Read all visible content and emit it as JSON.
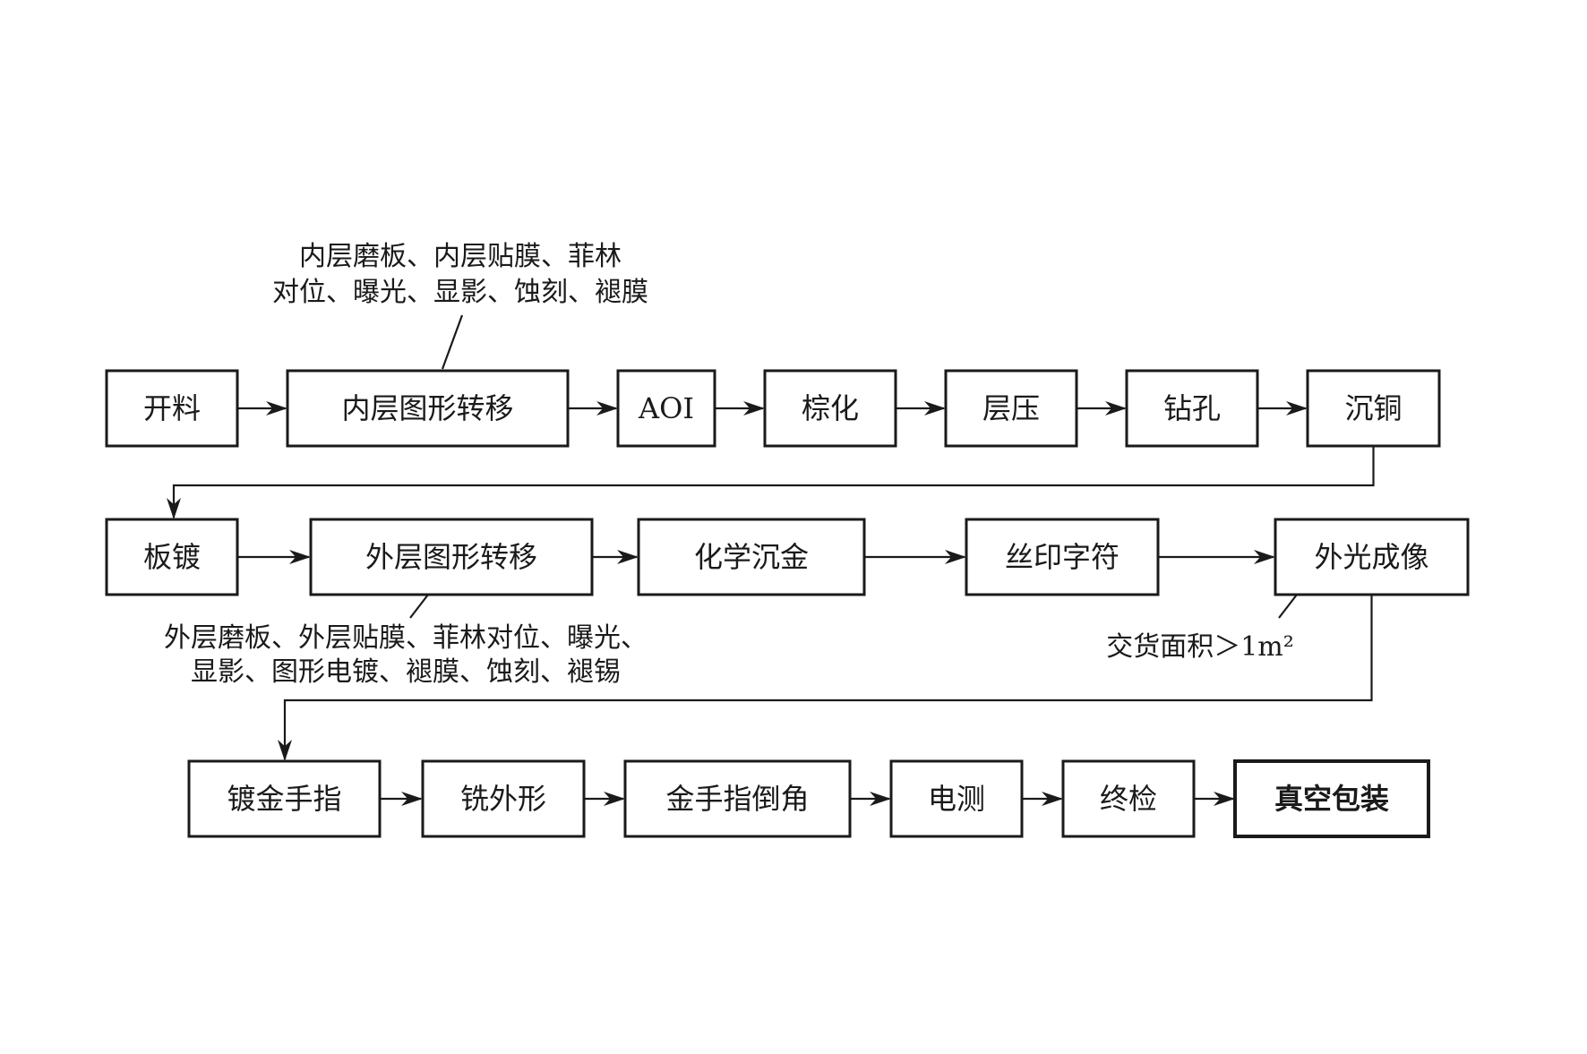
{
  "rows": [
    [
      {
        "id": "kailiao",
        "label": "开料"
      },
      {
        "id": "inner-pattern",
        "label": "内层图形转移"
      },
      {
        "id": "aoi",
        "label": "AOI"
      },
      {
        "id": "zonghua",
        "label": "棕化"
      },
      {
        "id": "cengya",
        "label": "层压"
      },
      {
        "id": "zuankong",
        "label": "钻孔"
      },
      {
        "id": "chentong",
        "label": "沉铜"
      }
    ],
    [
      {
        "id": "bandu",
        "label": "板镀"
      },
      {
        "id": "outer-pattern",
        "label": "外层图形转移"
      },
      {
        "id": "chemical-gold",
        "label": "化学沉金"
      },
      {
        "id": "silkscreen",
        "label": "丝印字符"
      },
      {
        "id": "outer-imaging",
        "label": "外光成像"
      }
    ],
    [
      {
        "id": "gold-finger",
        "label": "镀金手指"
      },
      {
        "id": "milling",
        "label": "铣外形"
      },
      {
        "id": "bevel",
        "label": "金手指倒角"
      },
      {
        "id": "etest",
        "label": "电测"
      },
      {
        "id": "final-check",
        "label": "终检"
      },
      {
        "id": "vacuum-pack",
        "label": "真空包装"
      }
    ]
  ],
  "notes": {
    "inner": [
      "内层磨板、内层贴膜、菲林",
      "对位、曝光、显影、蚀刻、褪膜"
    ],
    "outer": [
      "外层磨板、外层贴膜、菲林对位、曝光、",
      "显影、图形电镀、褪膜、蚀刻、褪锡"
    ],
    "area": [
      "交货面积＞1m²"
    ]
  },
  "colors": {
    "stroke": "#1a1a1a",
    "background": "#ffffff"
  }
}
